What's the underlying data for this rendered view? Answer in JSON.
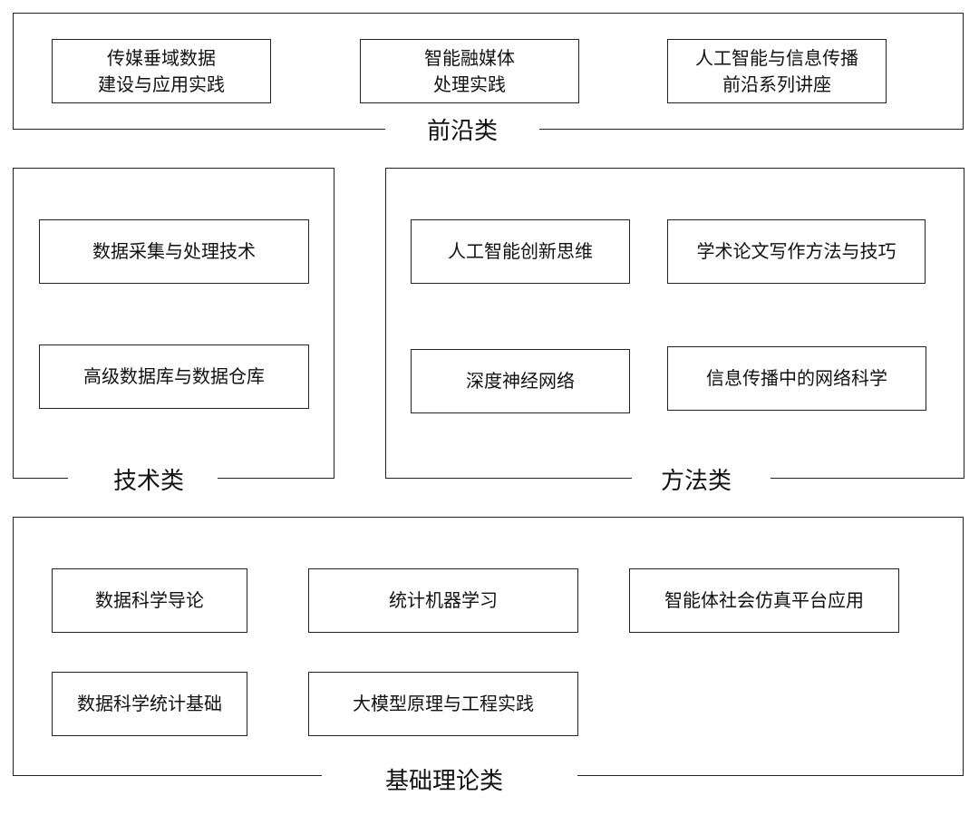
{
  "sections": {
    "frontier": {
      "title": "前沿类",
      "items": [
        "传媒垂域数据\n建设与应用实践",
        "智能融媒体\n处理实践",
        "人工智能与信息传播\n前沿系列讲座"
      ]
    },
    "technical": {
      "title": "技术类",
      "items": [
        "数据采集与处理技术",
        "高级数据库与数据仓库"
      ]
    },
    "method": {
      "title": "方法类",
      "items": [
        "人工智能创新思维",
        "学术论文写作方法与技巧",
        "深度神经网络",
        "信息传播中的网络科学"
      ]
    },
    "foundation": {
      "title": "基础理论类",
      "items": [
        "数据科学导论",
        "统计机器学习",
        "智能体社会仿真平台应用",
        "数据科学统计基础",
        "大模型原理与工程实践"
      ]
    }
  }
}
